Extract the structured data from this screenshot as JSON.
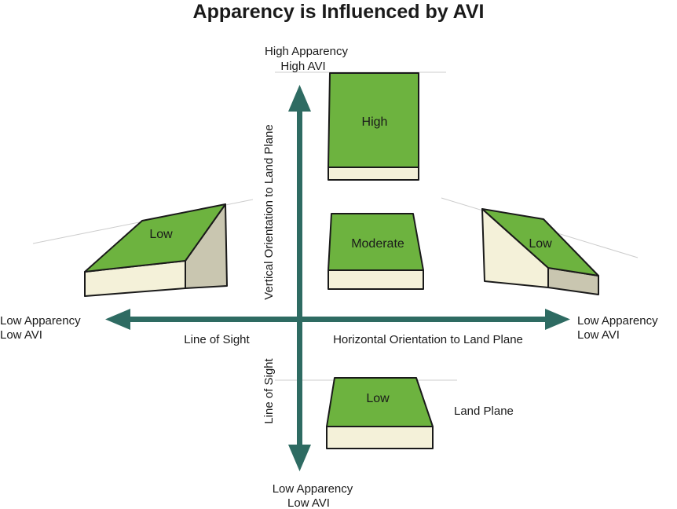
{
  "title": "Apparency is Influenced by AVI",
  "top_label": {
    "line1": "High Apparency",
    "line2": "High AVI"
  },
  "bottom_label": {
    "line1": "Low Apparency",
    "line2": "Low AVI"
  },
  "left_label": {
    "line1": "Low Apparency",
    "line2": "Low AVI"
  },
  "right_label": {
    "line1": "Low Apparency",
    "line2": "Low AVI"
  },
  "axis_vertical_upper": "Vertical Orientation to Land Plane",
  "axis_vertical_lower": "Line of Sight",
  "axis_horizontal_left": "Line of Sight",
  "axis_horizontal_right": "Horizontal Orientation to Land Plane",
  "land_plane_label": "Land Plane",
  "blocks": {
    "top": "High",
    "center": "Moderate",
    "left": "Low",
    "right": "Low",
    "bottom": "Low"
  },
  "colors": {
    "axis": "#2e6b62",
    "block_top": "#6db33f",
    "block_side": "#f4f1d9",
    "block_shade": "#c9c6b0",
    "outline": "#1a1a1a"
  }
}
